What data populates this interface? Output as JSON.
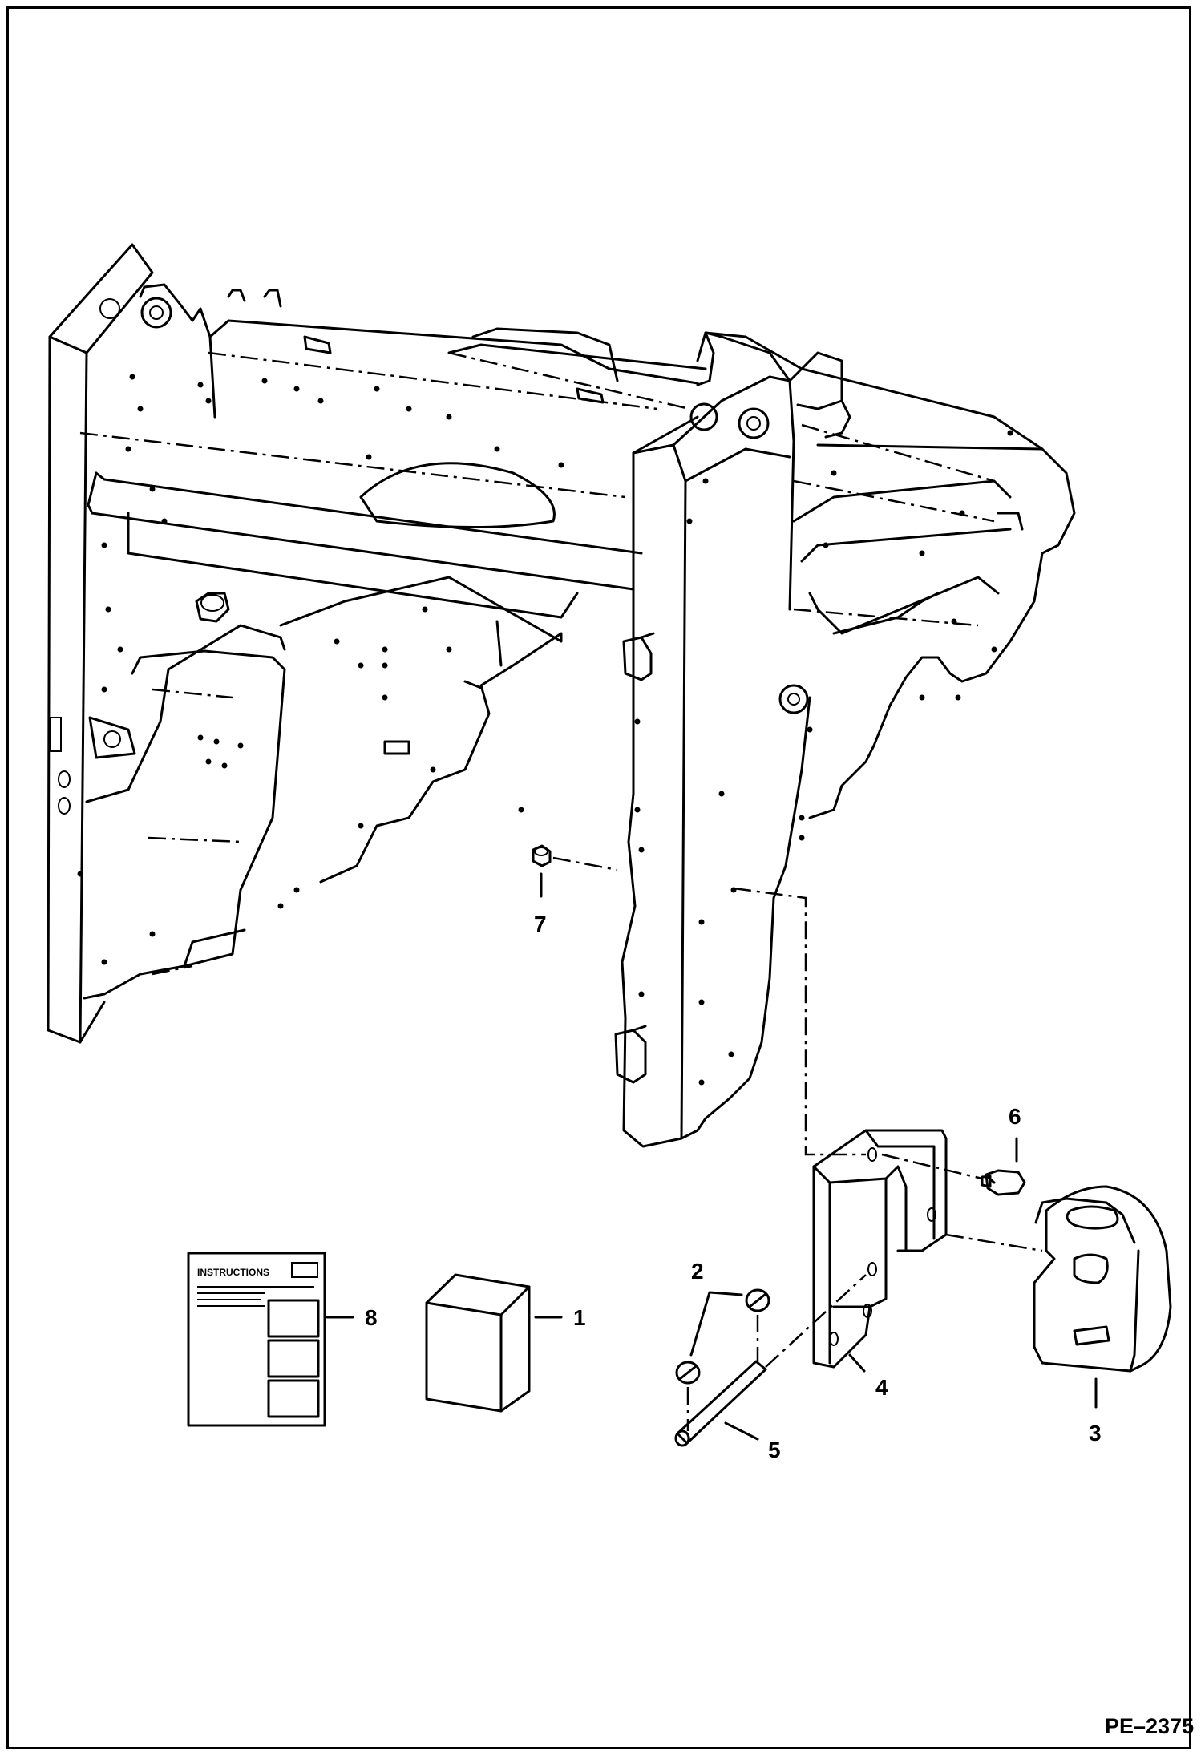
{
  "drawing": {
    "reference": "PE–2375",
    "callouts": {
      "c1": "1",
      "c2": "2",
      "c3": "3",
      "c4": "4",
      "c5": "5",
      "c6": "6",
      "c7": "7",
      "c8": "8"
    },
    "instructions_sheet": {
      "heading": "INSTRUCTIONS"
    }
  }
}
